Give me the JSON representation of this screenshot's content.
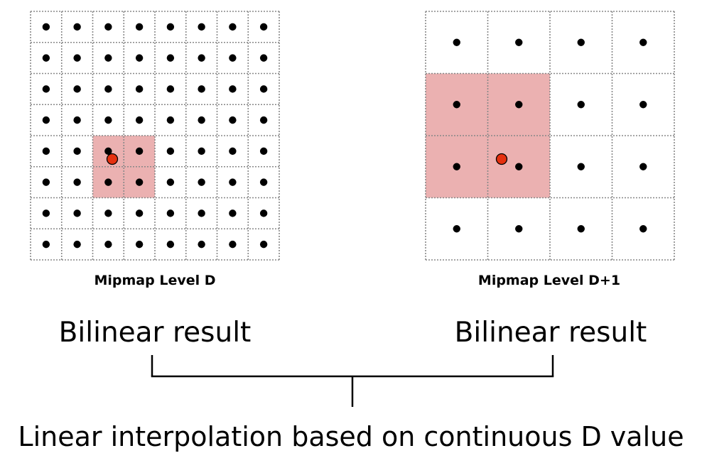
{
  "level_left": {
    "caption": "Mipmap Level D",
    "grid_size": 8
  },
  "level_right": {
    "caption": "Mipmap Level D+1",
    "grid_size": 4
  },
  "bilinear_left": "Bilinear result",
  "bilinear_right": "Bilinear result",
  "final_label": "Linear interpolation based on continuous D value",
  "colors": {
    "highlight": "#ebb1b1",
    "sample_point": "#e5300f",
    "texel_dot": "#000000",
    "grid_line": "#888888"
  }
}
